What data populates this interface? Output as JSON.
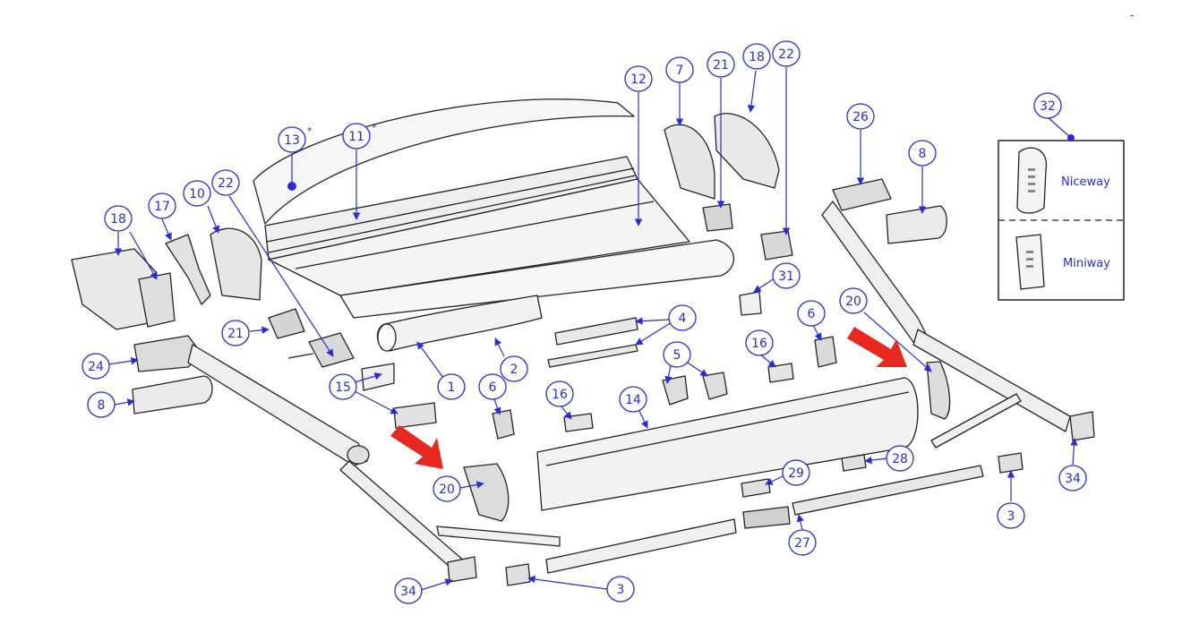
{
  "corner_mark": "-",
  "colors": {
    "callout": "#2b2bd6",
    "line": "#222222",
    "part_fill": "#ececec",
    "arrow": "#e8271e"
  },
  "legend": {
    "option_a": "Niceway",
    "option_b": "Miniway"
  },
  "callouts": [
    {
      "id": "c13",
      "text": "13",
      "star": true
    },
    {
      "id": "c11",
      "text": "11",
      "star": true
    },
    {
      "id": "c12",
      "text": "12"
    },
    {
      "id": "c7",
      "text": "7"
    },
    {
      "id": "c21a",
      "text": "21"
    },
    {
      "id": "c18a",
      "text": "18"
    },
    {
      "id": "c22a",
      "text": "22"
    },
    {
      "id": "c26",
      "text": "26"
    },
    {
      "id": "c8a",
      "text": "8"
    },
    {
      "id": "c32",
      "text": "32"
    },
    {
      "id": "c18b",
      "text": "18"
    },
    {
      "id": "c17",
      "text": "17"
    },
    {
      "id": "c10",
      "text": "10"
    },
    {
      "id": "c22b",
      "text": "22"
    },
    {
      "id": "c31",
      "text": "31"
    },
    {
      "id": "c21b",
      "text": "21"
    },
    {
      "id": "c4",
      "text": "4"
    },
    {
      "id": "c6a",
      "text": "6"
    },
    {
      "id": "c20a",
      "text": "20"
    },
    {
      "id": "c24",
      "text": "24"
    },
    {
      "id": "c15",
      "text": "15"
    },
    {
      "id": "c1",
      "text": "1"
    },
    {
      "id": "c2",
      "text": "2"
    },
    {
      "id": "c5",
      "text": "5"
    },
    {
      "id": "c16a",
      "text": "16"
    },
    {
      "id": "c8b",
      "text": "8"
    },
    {
      "id": "c6b",
      "text": "6"
    },
    {
      "id": "c16b",
      "text": "16"
    },
    {
      "id": "c14",
      "text": "14"
    },
    {
      "id": "c20b",
      "text": "20"
    },
    {
      "id": "c29",
      "text": "29"
    },
    {
      "id": "c28",
      "text": "28"
    },
    {
      "id": "c34a",
      "text": "34"
    },
    {
      "id": "c3a",
      "text": "3"
    },
    {
      "id": "c27",
      "text": "27"
    },
    {
      "id": "c34b",
      "text": "34"
    },
    {
      "id": "c3b",
      "text": "3"
    }
  ]
}
